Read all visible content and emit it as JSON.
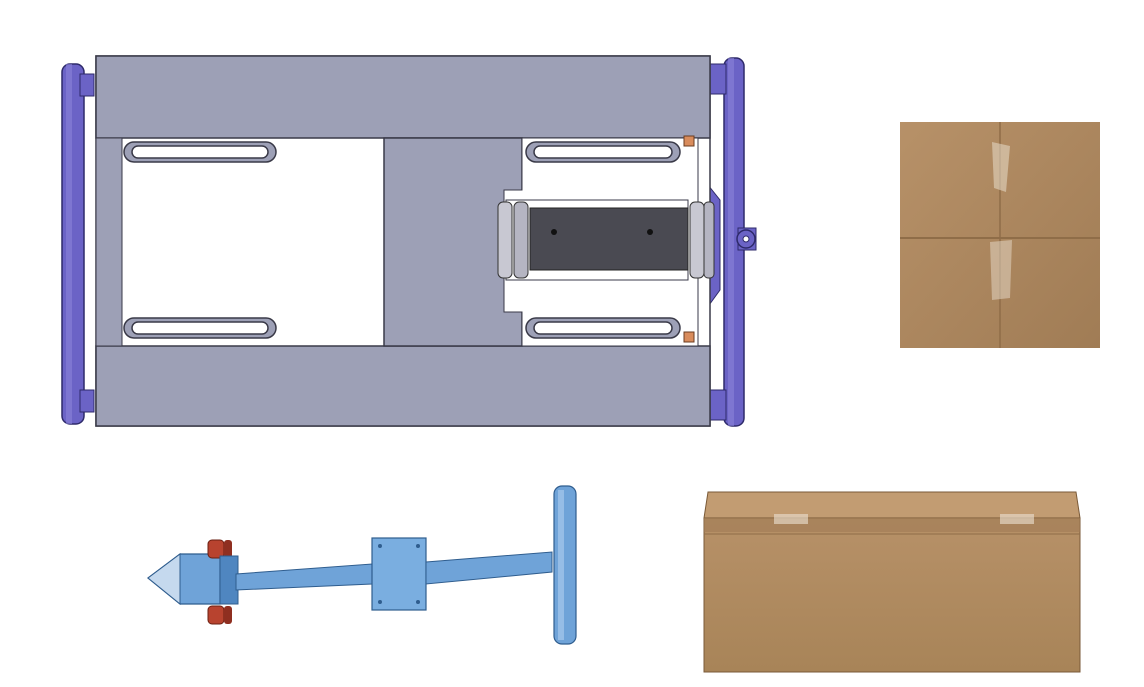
{
  "scene": {
    "description_items": [
      "lift-frame-top-view",
      "packed-box-top-view",
      "tow-handle-assembly",
      "packed-box-side-view"
    ]
  },
  "colors": {
    "frame_gray": "#9da0b6",
    "frame_gray_dark": "#8f92a8",
    "frame_outline": "#3a3a48",
    "roller_purple": "#6b63c6",
    "roller_purple_dark": "#4c46a0",
    "bracket_dark": "#4a4a52",
    "handle_blue": "#6fa3d8",
    "handle_blue_dark": "#4f86c0",
    "wheel_red": "#b8432f",
    "cardboard": "#b08a62",
    "cardboard_dark": "#8f6d48",
    "tape_shine": "#e8dccb"
  }
}
